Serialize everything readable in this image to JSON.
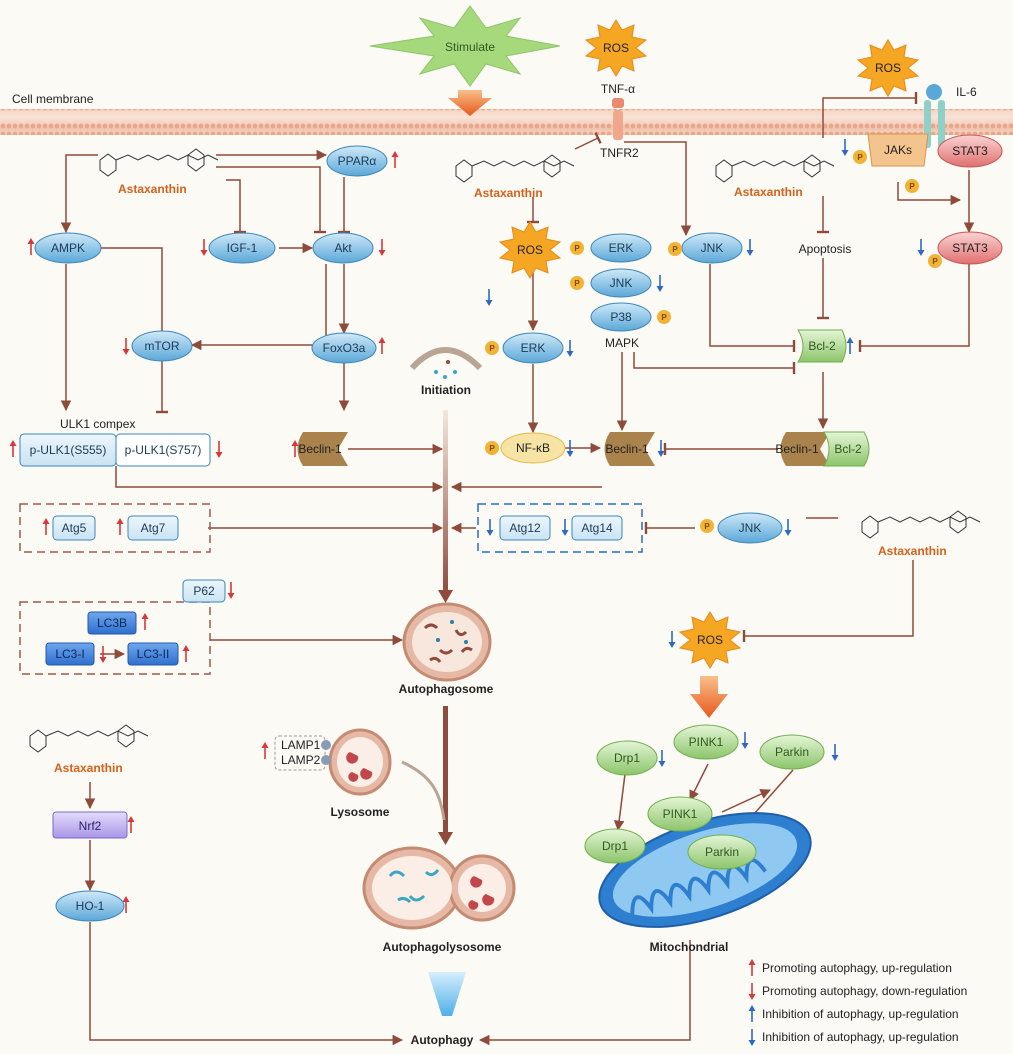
{
  "colors": {
    "background": "#fcfaf4",
    "arrow": "#8e4a3b",
    "node_blue": "#5aa7d8",
    "node_green": "#9fd07d",
    "node_red": "#e07070",
    "beclin": "#a9824c",
    "up_red": "#d9383a",
    "down_blue": "#2d68c4",
    "phospho": "#f2b236",
    "ros": "#f5a623",
    "stimulate": "#a6d97c"
  },
  "membrane": {
    "label": "Cell membrane"
  },
  "top": {
    "stimulate": "Stimulate",
    "ros_top": "ROS",
    "tnf": "TNF-α",
    "tnfr2": "TNFR2",
    "ros_right": "ROS",
    "il6": "IL-6"
  },
  "astaxanthin": "Astaxanthin",
  "phospho": "P",
  "left": {
    "ppara": "PPARα",
    "ampk": "AMPK",
    "igf1": "IGF-1",
    "akt": "Akt",
    "mtor": "mTOR",
    "foxo3a": "FoxO3a",
    "ulk_label": "ULK1 compex",
    "pulk555": "p-ULK1(S555)",
    "pulk757": "p-ULK1(S757)",
    "beclin": "Beclin-1"
  },
  "middle": {
    "ros": "ROS",
    "erk": "ERK",
    "nfkb": "NF-κB",
    "beclin": "Beclin-1",
    "initiation": "Initiation"
  },
  "mapk": {
    "erk": "ERK",
    "jnk": "JNK",
    "p38": "P38",
    "label": "MAPK"
  },
  "right": {
    "jnk": "JNK",
    "apoptosis": "Apoptosis",
    "bcl2": "Bcl-2",
    "jaks": "JAKs",
    "stat3_top": "STAT3",
    "stat3": "STAT3",
    "complex_beclin": "Beclin-1",
    "complex_bcl2": "Bcl-2",
    "jnk2": "JNK"
  },
  "atg": {
    "atg5": "Atg5",
    "atg7": "Atg7",
    "atg12": "Atg12",
    "atg14": "Atg14"
  },
  "lc3": {
    "p62": "P62",
    "lc3b": "LC3B",
    "lc3i": "LC3-I",
    "lc3ii": "LC3-II"
  },
  "vesicles": {
    "autophagosome": "Autophagosome",
    "lysosome": "Lysosome",
    "lamp1": "LAMP1",
    "lamp2": "LAMP2",
    "autophagolysosome": "Autophagolysosome",
    "autophagy": "Autophagy"
  },
  "nrf": {
    "nrf2": "Nrf2",
    "ho1": "HO-1"
  },
  "mito": {
    "ros": "ROS",
    "drp1": "Drp1",
    "drp1b": "Drp1",
    "pink1": "PINK1",
    "pink1b": "PINK1",
    "parkin": "Parkin",
    "parkinb": "Parkin",
    "label": "Mitochondrial"
  },
  "legend": [
    {
      "dir": "up",
      "color": "red",
      "text": "Promoting autophagy, up-regulation"
    },
    {
      "dir": "down",
      "color": "red",
      "text": "Promoting autophagy, down-regulation"
    },
    {
      "dir": "up",
      "color": "blue",
      "text": "Inhibition of autophagy, up-regulation"
    },
    {
      "dir": "down",
      "color": "blue",
      "text": "Inhibition of autophagy, up-regulation"
    }
  ]
}
